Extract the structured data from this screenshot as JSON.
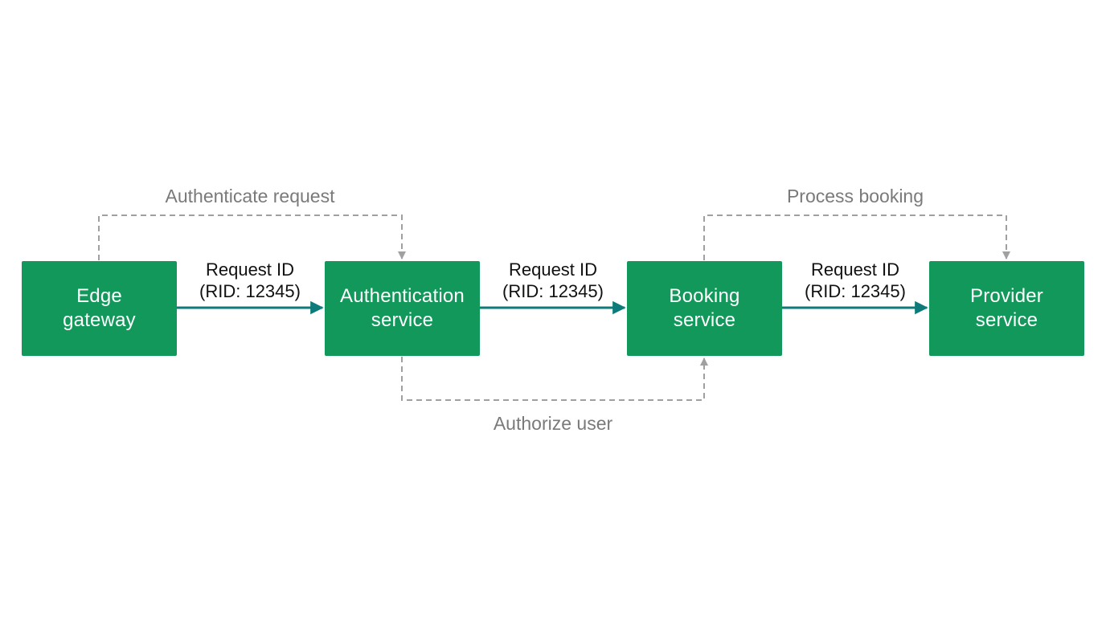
{
  "nodes": [
    {
      "id": "edge",
      "label": "Edge\ngateway"
    },
    {
      "id": "auth",
      "label": "Authentication\nservice"
    },
    {
      "id": "booking",
      "label": "Booking\nservice"
    },
    {
      "id": "provider",
      "label": "Provider\nservice"
    }
  ],
  "request_edges": [
    {
      "line1": "Request ID",
      "line2": "(RID: 12345)"
    },
    {
      "line1": "Request ID",
      "line2": "(RID: 12345)"
    },
    {
      "line1": "Request ID",
      "line2": "(RID: 12345)"
    }
  ],
  "flows": {
    "authenticate": "Authenticate request",
    "authorize": "Authorize user",
    "process": "Process booking"
  },
  "colors": {
    "node_fill": "#11985a",
    "solid_arrow": "#0f7a7a",
    "dashed_arrow": "#a0a0a0"
  }
}
